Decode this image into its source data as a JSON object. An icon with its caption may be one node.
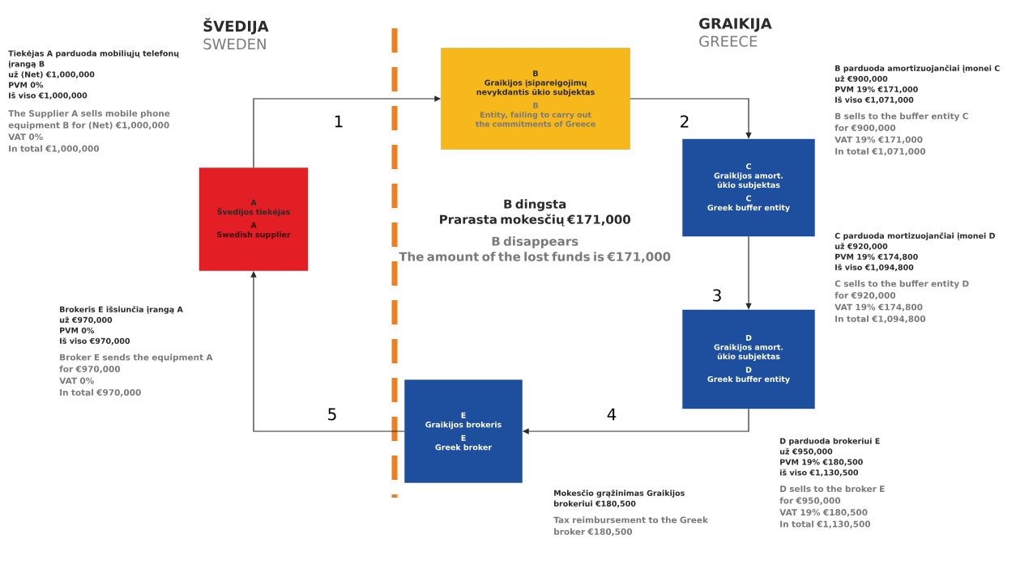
{
  "diagram": {
    "nodes": [
      {
        "text": [
          "A",
          "Švedijos tiekėjas",
          "A",
          "Swedish supplier"
        ]
      },
      {
        "text": [
          "B",
          "Graikijos įsipareigojimų nevykdantis ūkio subjektas",
          "B",
          "Entity, failing to carry out the commitments of Greece"
        ]
      },
      {
        "text": [
          "C",
          "Graikijos amort. ūkio subjektas",
          "C",
          "Greek buffer entity"
        ]
      },
      {
        "text": [
          "D",
          "Graikijos amort. ūkio subjektas",
          "D",
          "Greek buffer entity"
        ]
      },
      {
        "text": [
          "E",
          "Graikijos brokeris",
          "E",
          "Greek broker"
        ]
      }
    ],
    "edges": [
      {
        "from": 0,
        "to": 1,
        "arrow": "to",
        "label": "1"
      },
      {
        "from": 1,
        "to": 2,
        "arrow": "to",
        "label": "2"
      },
      {
        "from": 2,
        "to": 3,
        "arrow": "to",
        "label": "3"
      },
      {
        "from": 3,
        "to": 4,
        "arrow": "to",
        "label": "4"
      },
      {
        "from": 4,
        "to": 0,
        "arrow": "to",
        "label": "5"
      }
    ],
    "labels": [
      "ŠVEDIJA",
      "SWEDEN",
      "GRAIKIJA",
      "GREECE",
      "Tiekėjas A parduoda mobiliųjų telefonų įrangą B",
      "už (Net) €1,000,000",
      "PVM 0%",
      "Iš viso €1,000,000",
      "The Supplier A sells mobile phone equipment B for (Net) €1,000,000",
      "VAT 0%",
      "In total €1,000,000",
      "B dingsta",
      "Prarasta mokesčių €171,000",
      "B disappears",
      "The amount of the lost funds is €171,000",
      "B parduoda amortizuojančiai įmonei C",
      "už €900,000",
      "PVM 19% €171,000",
      "Iš viso €1,071,000",
      "B sells to the buffer entity C",
      "for €900,000",
      "VAT 19% €171,000",
      "In total €1,071,000",
      "C parduoda mortizuojančiai įmonei D už €920,000",
      "PVM 19% €174,800",
      "Iš viso €1,094,800",
      "C sells to the buffer entity D",
      "for €920,000",
      "VAT 19% €174,800",
      "In total €1,094,800",
      "Brokeris E išsiunčia įrangą A",
      "už €970,000",
      "PVM 0%",
      "Iš viso €970,000",
      "Broker E sends the equipment A for €970,000",
      "VAT 0%",
      "In total €970,000",
      "Mokesčio grąžinimas Graikijos brokeriui €180,500",
      "Tax reimbursement to the Greek broker €180,500",
      "D parduoda brokeriui E",
      "už €950,000",
      "PVM 19% €180,500",
      "iš viso €1,130,500",
      "D sells to the broker E",
      "for €950,000",
      "VAT 19% €180,500",
      "In total €1,130,500"
    ]
  }
}
